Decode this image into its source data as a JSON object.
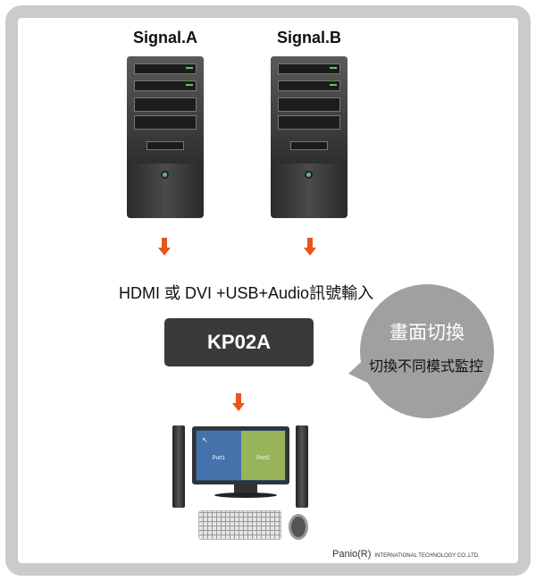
{
  "signals": [
    {
      "label": "Signal.A"
    },
    {
      "label": "Signal.B"
    }
  ],
  "input_text": "HDMI 或 DVI +USB+Audio訊號輸入",
  "device": "KP02A",
  "bubble": {
    "title": "畫面切換",
    "subtitle": "切換不同模式監控"
  },
  "screen": {
    "port1": "Port1",
    "port2": "Port2"
  },
  "footer": {
    "brand": "Panio(R)",
    "company": "INTERNATIONAL TECHNOLOGY CO.,LTD."
  },
  "colors": {
    "arrow": "#e8561c",
    "device_box": "#3b3a39",
    "bubble": "#a0a0a0"
  }
}
